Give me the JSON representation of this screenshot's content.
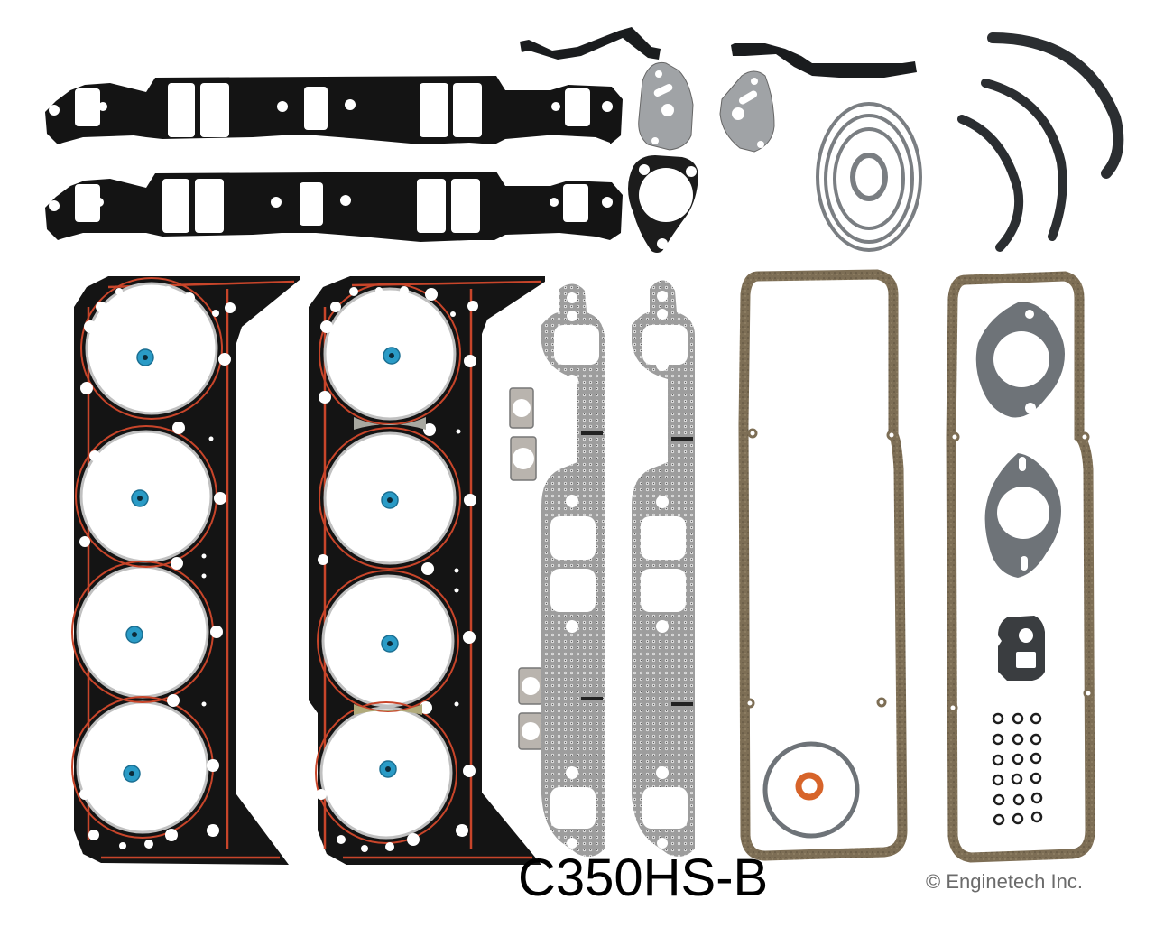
{
  "product": {
    "part_number": "C350HS-B",
    "copyright": "© Enginetech Inc."
  },
  "colors": {
    "background": "#ffffff",
    "gasket_black": "#141414",
    "bead_red": "#c8452a",
    "fire_ring_silver": "#b9b9b9",
    "grommet_blue": "#2a9bc6",
    "exhaust_graphite": "#a9a9a9",
    "cork_brown": "#7d6e55",
    "fiber_gray": "#6e7378",
    "rubber_seal": "#2b2e31",
    "oring_orange": "#d7642a"
  },
  "components": [
    {
      "name": "Intake manifold gasket",
      "qty": 2,
      "color": "black"
    },
    {
      "name": "Cylinder head gasket",
      "qty": 2,
      "color": "black with red bead, 4 bores"
    },
    {
      "name": "Exhaust manifold gasket",
      "qty": 2,
      "color": "perforated steel"
    },
    {
      "name": "Valve cover gasket",
      "qty": 2,
      "color": "cork"
    },
    {
      "name": "Timing cover seal strip",
      "qty": 2,
      "color": "black rubber"
    },
    {
      "name": "Rear main / oil pan seal arc",
      "qty": 3,
      "color": "black rubber"
    },
    {
      "name": "EGR gasket",
      "qty": 2,
      "color": "gray fiber"
    },
    {
      "name": "Water pump gasket",
      "qty": 1,
      "color": "black"
    },
    {
      "name": "Round gasket rings",
      "qty": 4,
      "color": "gray fiber"
    },
    {
      "name": "Thermostat / water outlet gasket",
      "qty": 2,
      "color": "gray fiber"
    },
    {
      "name": "Fuel pump gasket",
      "qty": 1,
      "color": "black fiber"
    },
    {
      "name": "Exhaust spacer shim",
      "qty": 4,
      "color": "steel"
    },
    {
      "name": "Distributor gasket ring",
      "qty": 1,
      "color": "gray"
    },
    {
      "name": "Orange O-ring",
      "qty": 1,
      "color": "orange"
    },
    {
      "name": "Small O-rings / grommets",
      "qty": 18,
      "color": "black"
    }
  ]
}
